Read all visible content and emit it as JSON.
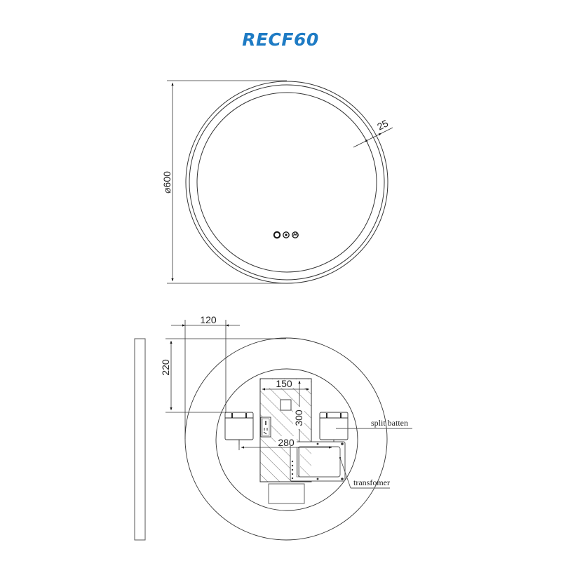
{
  "title": {
    "text": "RECF60",
    "color": "#1e7bc4"
  },
  "front_view": {
    "diameter_label": "⌀600",
    "diameter_symbol": "⌀",
    "diameter_value": "600",
    "border_width_label": "25",
    "touch_buttons": [
      {
        "icon": "power-button-icon"
      },
      {
        "icon": "dimmer-button-icon"
      },
      {
        "icon": "demister-button-icon"
      }
    ]
  },
  "rear_view": {
    "dim_horizontal_offset": "120",
    "dim_vertical_offset": "220",
    "dim_panel_width": "150",
    "dim_panel_height": "300",
    "dim_batten_spacing": "280",
    "labels": {
      "split_batten": "split batten",
      "transformer": "transfomer"
    }
  },
  "colors": {
    "line": "#333333",
    "accent": "#1e7bc4",
    "background": "#ffffff"
  }
}
